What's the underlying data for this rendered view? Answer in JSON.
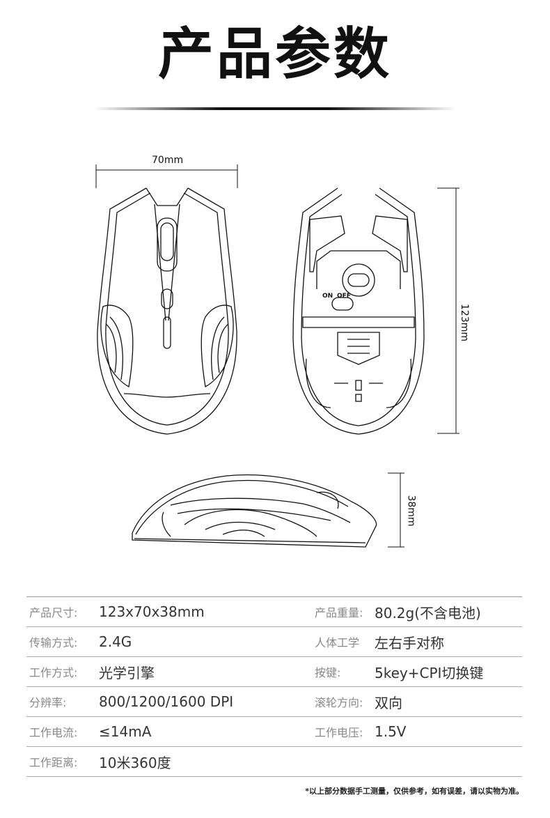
{
  "title": "产品参数",
  "dimensions": {
    "width": "70mm",
    "length": "123mm",
    "height": "38mm"
  },
  "switch_labels": {
    "on": "ON",
    "off": "OFF"
  },
  "specs": [
    {
      "l1": "产品尺寸:",
      "v1": "123x70x38mm",
      "l2": "产品重量:",
      "v2": "80.2g(不含电池)"
    },
    {
      "l1": "传输方式:",
      "v1": "2.4G",
      "l2": "人体工学",
      "v2": "左右手对称"
    },
    {
      "l1": "工作方式:",
      "v1": "光学引擎",
      "l2": "按键:",
      "v2": "5key+CPI切换键"
    },
    {
      "l1": "分辨率:",
      "v1": "800/1200/1600 DPI",
      "l2": "滚轮方向:",
      "v2": "双向"
    },
    {
      "l1": "工作电流:",
      "v1": "≤14mA",
      "l2": "工作电压:",
      "v2": "1.5V"
    },
    {
      "l1": "工作距离:",
      "v1": "10米360度",
      "l2": "",
      "v2": ""
    }
  ],
  "note": "*以上部分数据手工测量，仅供参考，如有误差，请以实物为准。"
}
